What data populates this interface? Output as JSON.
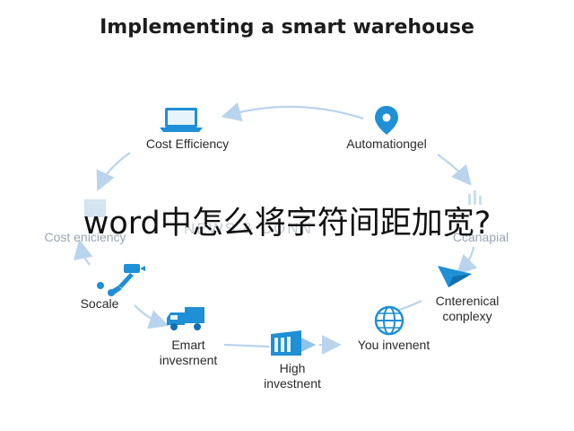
{
  "title": "Implementing a smart warehouse",
  "watermark": "word中怎么将字符间距加宽?",
  "ghost_text": "NEWS & CONN",
  "nodes": [
    {
      "id": "cost-efficiency",
      "label": "Cost Efficiency",
      "icon": "laptop-icon"
    },
    {
      "id": "automationgel",
      "label": "Automationgel",
      "icon": "location-pin-icon"
    },
    {
      "id": "cost-eniciency",
      "label": "Cost eniciency",
      "icon": "chart-icon"
    },
    {
      "id": "ccanapial",
      "label": "Ccanapial",
      "icon": "bar-chart-icon"
    },
    {
      "id": "socale",
      "label": "Socale",
      "icon": "robot-arm-icon"
    },
    {
      "id": "cnterenical",
      "label": "Cnterenical\nconplexy",
      "icon": "paper-plane-icon"
    },
    {
      "id": "emart-invesment",
      "label": "Emart\ninvesrnent",
      "icon": "truck-icon"
    },
    {
      "id": "high-investment",
      "label": "High\ninvestnent",
      "icon": "server-rack-icon"
    },
    {
      "id": "you-invenent",
      "label": "You invenent",
      "icon": "globe-icon"
    }
  ],
  "colors": {
    "accent": "#1f8fd6",
    "ring": "#b9d4ec",
    "faint": "#a9c9e3"
  }
}
